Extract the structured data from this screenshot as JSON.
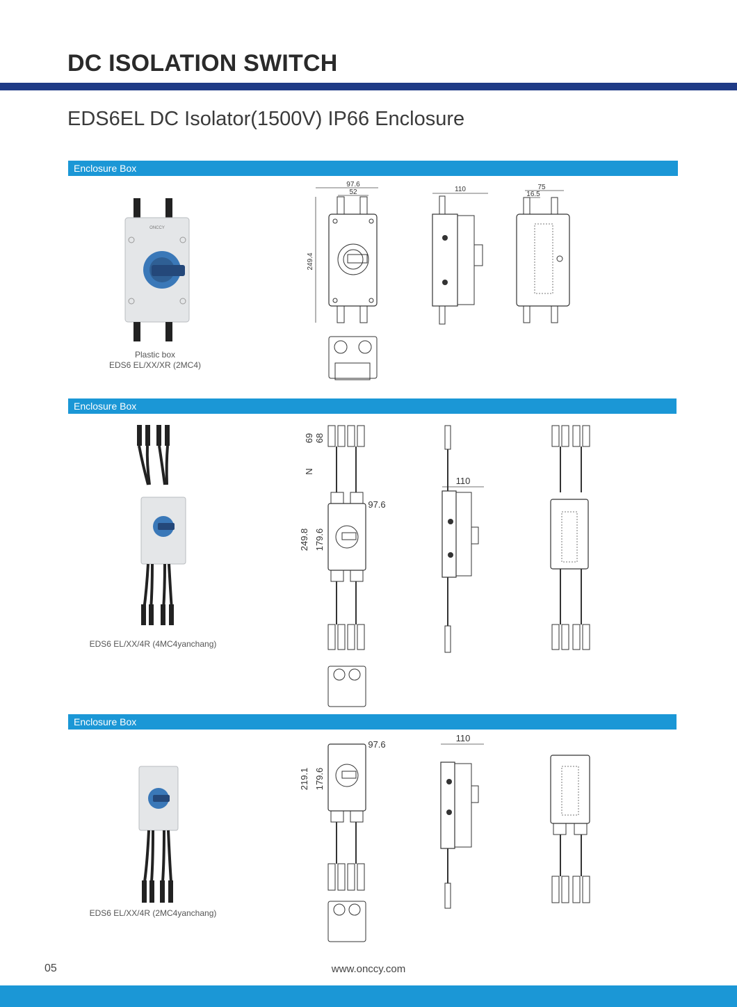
{
  "header": {
    "title": "DC ISOLATION SWITCH",
    "subtitle": "EDS6EL DC Isolator(1500V) IP66 Enclosure"
  },
  "sections": [
    {
      "bar_label": "Enclosure Box",
      "caption_line1": "Plastic box",
      "caption_line2": "EDS6 EL/XX/XR (2MC4)",
      "dims": {
        "front_width": "97.6",
        "front_inner": "52",
        "front_height": "249.4",
        "side_depth": "110",
        "back_width": "75",
        "back_inner": "16.5"
      }
    },
    {
      "bar_label": "Enclosure Box",
      "caption_line1": "EDS6 EL/XX/4R (4MC4yanchang)",
      "dims": {
        "top_a": "69",
        "top_b": "68",
        "cable": "N",
        "height_total": "249.8",
        "height_box": "179.6",
        "width": "97.6",
        "side_depth": "110"
      }
    },
    {
      "bar_label": "Enclosure Box",
      "caption_line1": "EDS6 EL/XX/4R (2MC4yanchang)",
      "dims": {
        "height_total": "219.1",
        "height_box": "179.6",
        "width": "97.6",
        "side_depth": "110"
      }
    }
  ],
  "footer": {
    "page_number": "05",
    "website": "www.onccy.com"
  },
  "brand": {
    "logo_text": "ONCCY"
  },
  "colors": {
    "navy": "#1f3b86",
    "accent_blue": "#1b97d6",
    "knob_blue": "#3a78b8"
  }
}
